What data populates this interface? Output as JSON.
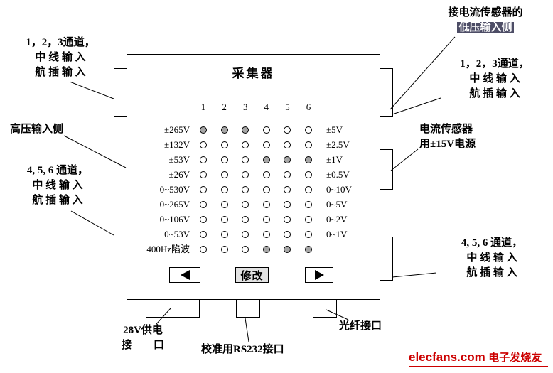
{
  "collector": {
    "title": "采集器",
    "columns": [
      "1",
      "2",
      "3",
      "4",
      "5",
      "6"
    ],
    "rows": [
      {
        "left": "±265V",
        "right": "±5V",
        "on": [
          1,
          2,
          3
        ]
      },
      {
        "left": "±132V",
        "right": "±2.5V",
        "on": []
      },
      {
        "left": "±53V",
        "right": "±1V",
        "on": [
          4,
          5,
          6
        ]
      },
      {
        "left": "±26V",
        "right": "±0.5V",
        "on": []
      },
      {
        "left": "0~530V",
        "right": "0~10V",
        "on": []
      },
      {
        "left": "0~265V",
        "right": "0~5V",
        "on": []
      },
      {
        "left": "0~106V",
        "right": "0~2V",
        "on": []
      },
      {
        "left": "0~53V",
        "right": "0~1V",
        "on": []
      },
      {
        "left": "400Hz陷波",
        "right": "",
        "on": [
          4,
          5,
          6
        ]
      }
    ],
    "buttons": {
      "prev_icon": "left-arrow",
      "modify_label": "修改",
      "next_icon": "right-arrow"
    }
  },
  "annotations": {
    "top_right": {
      "line1": "接电流传感器的",
      "line2": "低压输入侧"
    },
    "left_channels_123": {
      "line1": "1，2，3通道，",
      "line2": "中 线 输 入",
      "line3": "航 插 输 入"
    },
    "right_channels_123": {
      "line1": "1，2，3通道，",
      "line2": "中 线 输 入",
      "line3": "航 插 输 入"
    },
    "high_voltage_side": "高压输入侧",
    "left_channels_456": {
      "line1": "4, 5, 6 通道，",
      "line2": "中 线 输 入",
      "line3": "航 插 输 入"
    },
    "current_sensor_power": {
      "line1": "电流传感器",
      "line2": "用±15V电源"
    },
    "right_channels_456": {
      "line1": "4, 5, 6 通道，",
      "line2": "中 线 输 入",
      "line3": "航 插 输 入"
    },
    "power_28v": {
      "line1": "28V供电",
      "line2": "接　　口"
    },
    "rs232": "校准用RS232接口",
    "fiber": "光纤接口"
  },
  "watermark": {
    "brand": "elecfans",
    "tld": ".com",
    "suffix": "电子发烧友"
  },
  "colors": {
    "led_on": "#a6a6a6",
    "highlight_bg": "#4d4d66",
    "watermark_red": "#cc0000"
  }
}
